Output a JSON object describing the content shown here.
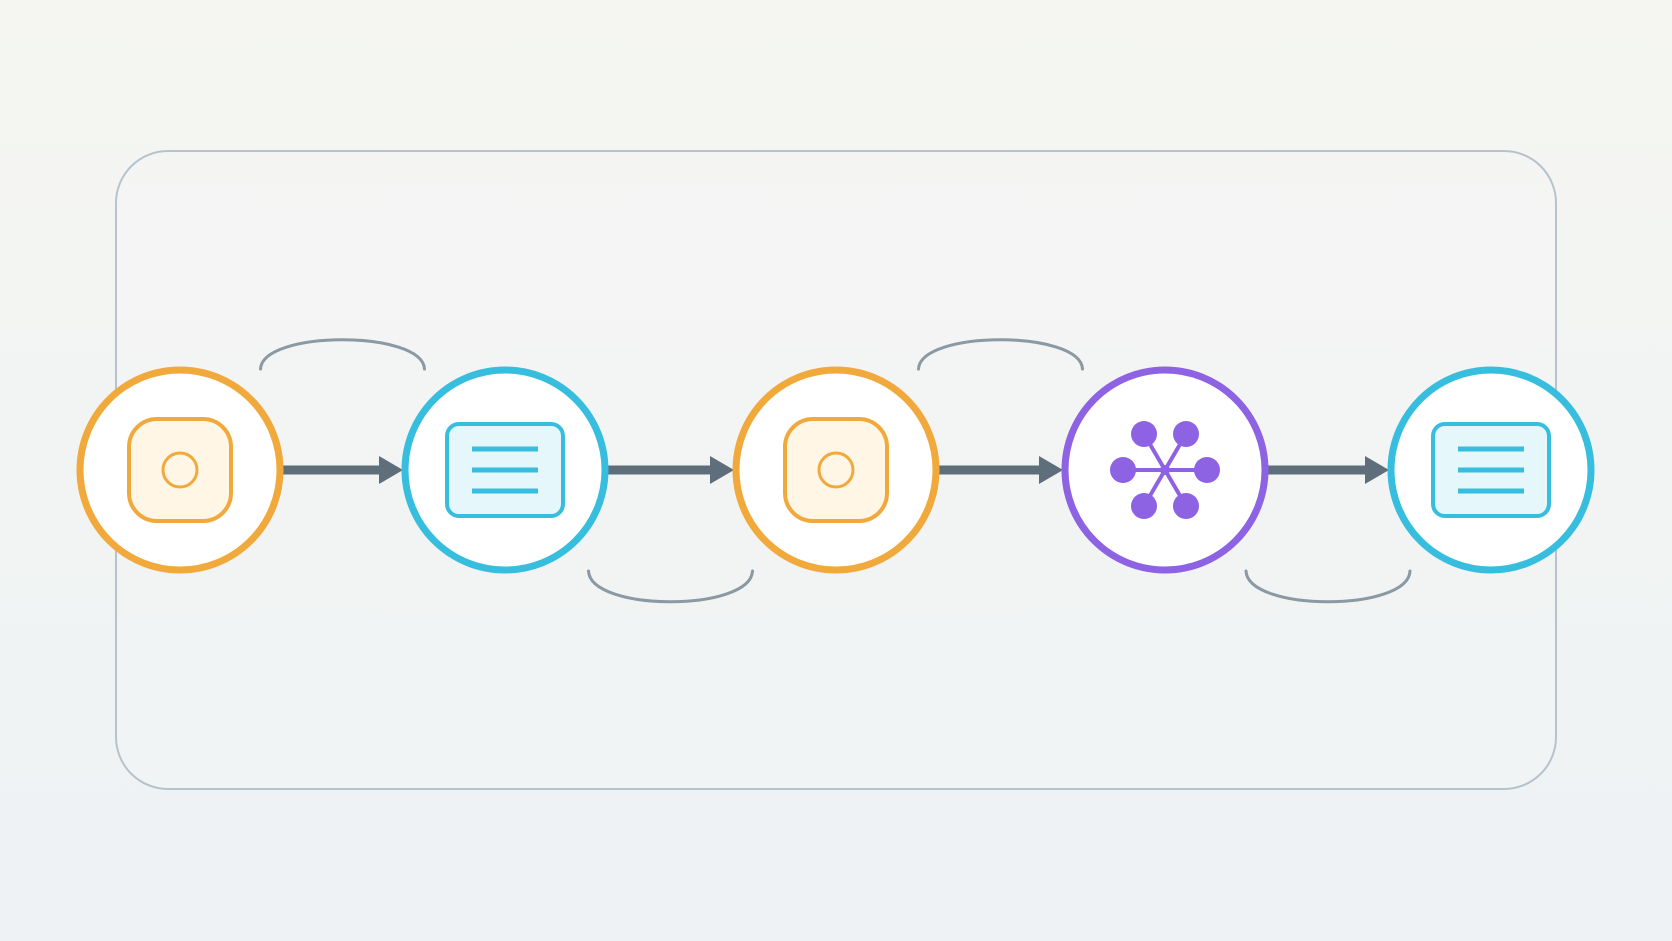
{
  "colors": {
    "orange": "#f2a93b",
    "orange_fill": "#fff6e6",
    "cyan": "#37bedf",
    "cyan_fill": "#e6f7fb",
    "purple": "#8d63e3",
    "arrow": "#5e6e7b",
    "arc": "#8a99a4",
    "frame": "#b6c3cc",
    "node_fill": "#ffffff"
  },
  "nodes": [
    {
      "id": "n1",
      "icon": "circle-in-square-icon",
      "color": "orange"
    },
    {
      "id": "n2",
      "icon": "document-lines-icon",
      "color": "cyan"
    },
    {
      "id": "n3",
      "icon": "circle-in-square-icon",
      "color": "orange"
    },
    {
      "id": "n4",
      "icon": "hub-network-icon",
      "color": "purple"
    },
    {
      "id": "n5",
      "icon": "document-lines-icon",
      "color": "cyan"
    }
  ],
  "edges": [
    {
      "from": "n1",
      "to": "n2",
      "type": "arrow"
    },
    {
      "from": "n2",
      "to": "n3",
      "type": "arrow"
    },
    {
      "from": "n3",
      "to": "n4",
      "type": "arrow"
    },
    {
      "from": "n4",
      "to": "n5",
      "type": "arrow"
    }
  ],
  "arcs": [
    {
      "between": [
        "n1",
        "n2"
      ],
      "side": "top"
    },
    {
      "between": [
        "n2",
        "n3"
      ],
      "side": "bottom"
    },
    {
      "between": [
        "n3",
        "n4"
      ],
      "side": "top"
    },
    {
      "between": [
        "n4",
        "n5"
      ],
      "side": "bottom"
    }
  ]
}
